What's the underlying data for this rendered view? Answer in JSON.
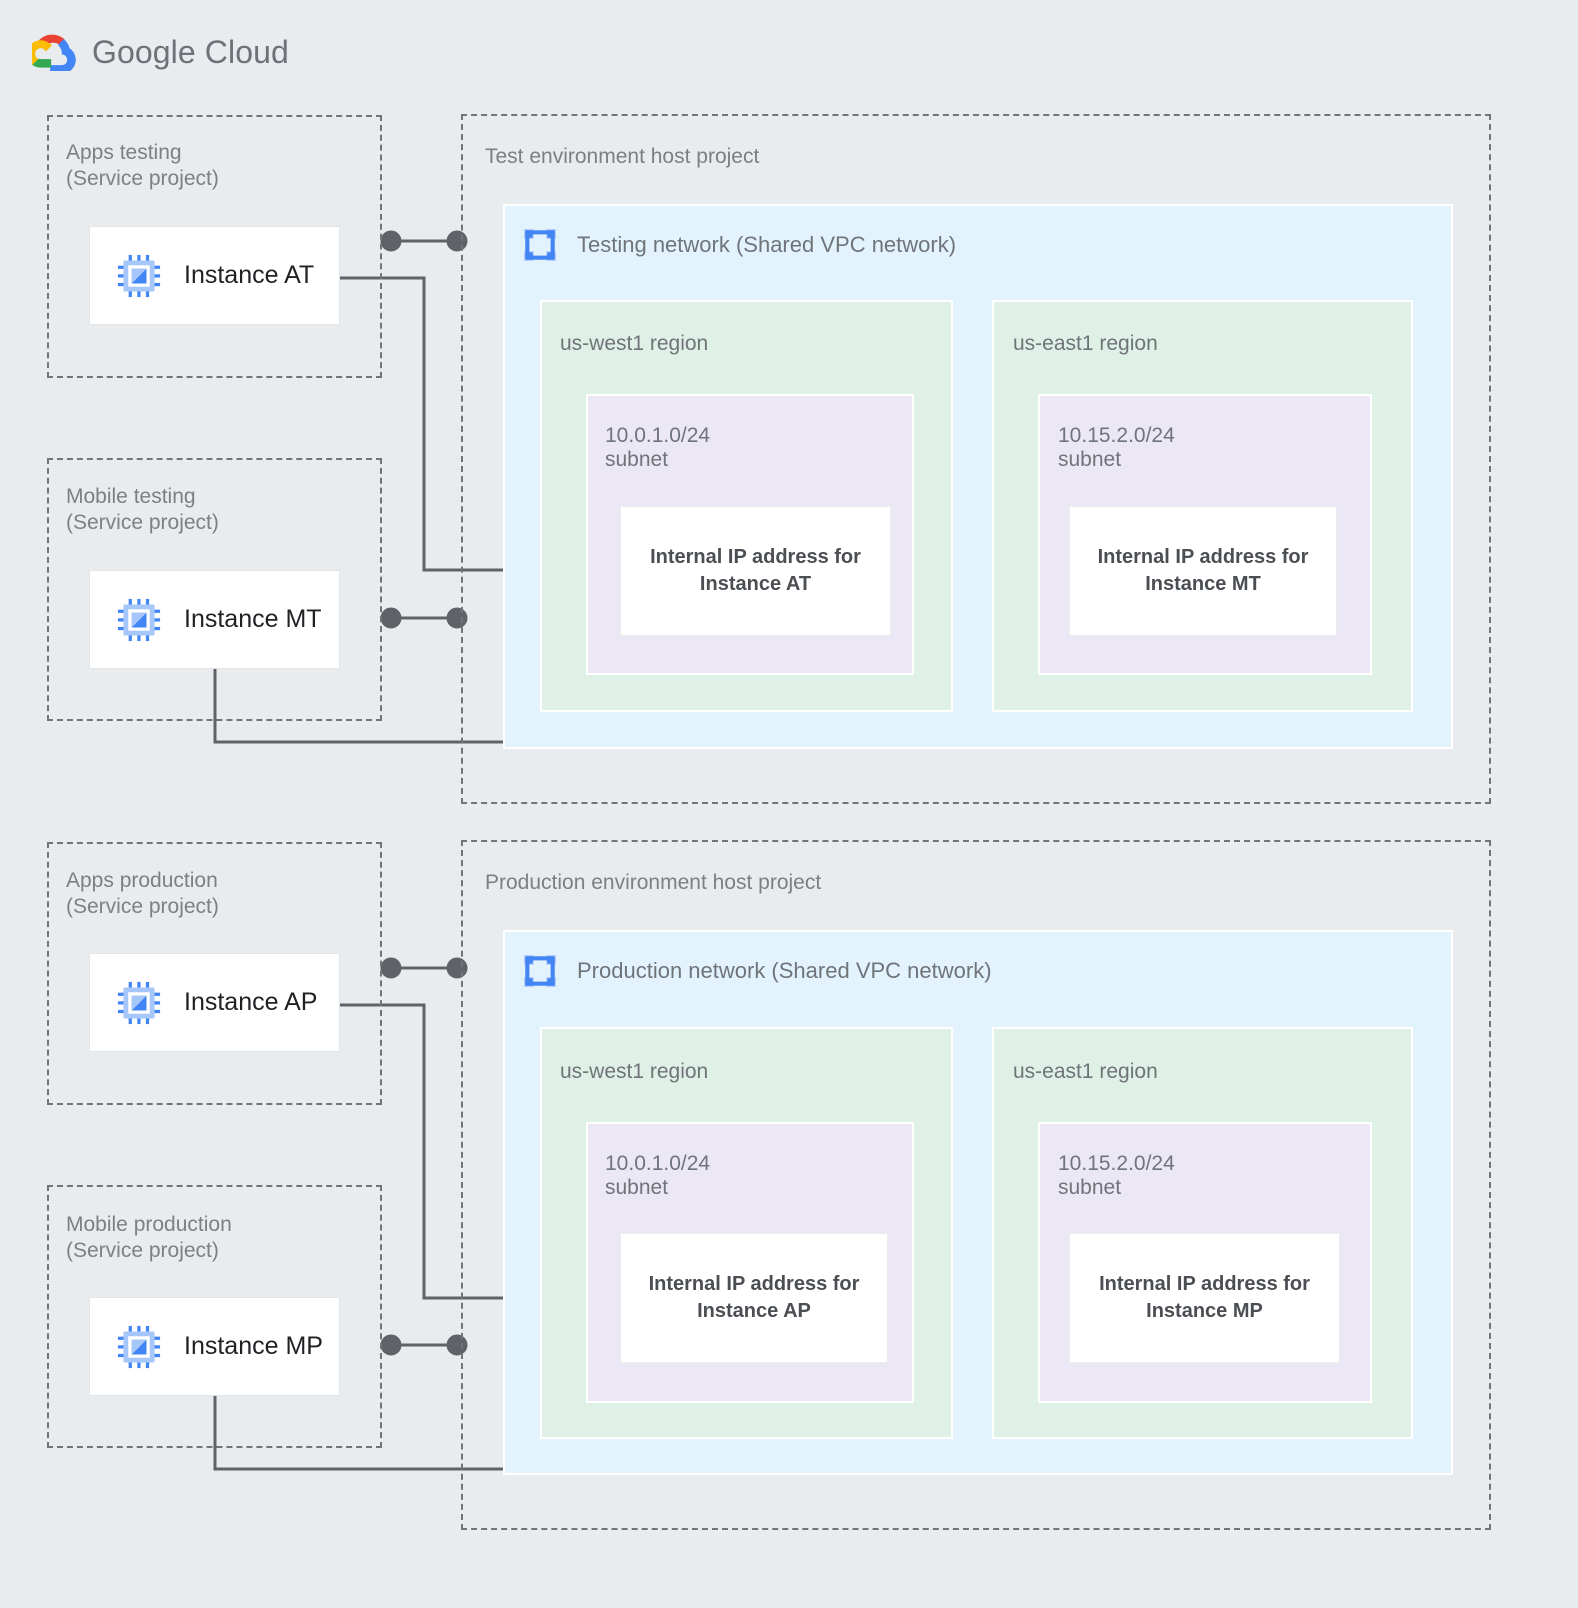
{
  "brand": {
    "logo_icon": "google-cloud-logo-icon",
    "name_bold": "Google",
    "name_light": " Cloud"
  },
  "colors": {
    "page_background": "#e8ecef",
    "vpc_network_panel": "#e3f3fd",
    "region_panel": "#dff0e6",
    "subnet_panel": "#ece7f4",
    "card_background": "#ffffff",
    "dashed_border": "#6f7579",
    "connector": "#5f6368",
    "title_text": "#7b8085",
    "instance_icon_blue": "#4285f4",
    "vpc_icon_blue": "#669df6"
  },
  "service_projects": [
    {
      "id": "apps-testing",
      "title": "Apps testing\n(Service project)",
      "instance": {
        "label": "Instance AT",
        "icon": "compute-instance-icon"
      }
    },
    {
      "id": "mobile-testing",
      "title": "Mobile testing\n(Service project)",
      "instance": {
        "label": "Instance MT",
        "icon": "compute-instance-icon"
      }
    },
    {
      "id": "apps-production",
      "title": "Apps production\n(Service project)",
      "instance": {
        "label": "Instance AP",
        "icon": "compute-instance-icon"
      }
    },
    {
      "id": "mobile-production",
      "title": "Mobile production\n(Service project)",
      "instance": {
        "label": "Instance MP",
        "icon": "compute-instance-icon"
      }
    }
  ],
  "host_projects": [
    {
      "id": "test-environment",
      "title": "Test environment host project",
      "network": {
        "title": "Testing network (Shared VPC network)",
        "icon": "vpc-network-icon"
      },
      "regions": [
        {
          "id": "test-us-west1",
          "title": "us-west1 region",
          "subnet": {
            "title": "10.0.1.0/24\nsubnet",
            "ip_card": "Internal IP address for\nInstance AT"
          }
        },
        {
          "id": "test-us-east1",
          "title": "us-east1 region",
          "subnet": {
            "title": "10.15.2.0/24\nsubnet",
            "ip_card": "Internal IP address for\nInstance MT"
          }
        }
      ]
    },
    {
      "id": "production-environment",
      "title": "Production environment host project",
      "network": {
        "title": "Production network (Shared VPC network)",
        "icon": "vpc-network-icon"
      },
      "regions": [
        {
          "id": "prod-us-west1",
          "title": "us-west1 region",
          "subnet": {
            "title": "10.0.1.0/24\nsubnet",
            "ip_card": "Internal IP address for\nInstance AP"
          }
        },
        {
          "id": "prod-us-east1",
          "title": "us-east1 region",
          "subnet": {
            "title": "10.15.2.0/24\nsubnet",
            "ip_card": "Internal IP address for\nInstance MP"
          }
        }
      ]
    }
  ]
}
